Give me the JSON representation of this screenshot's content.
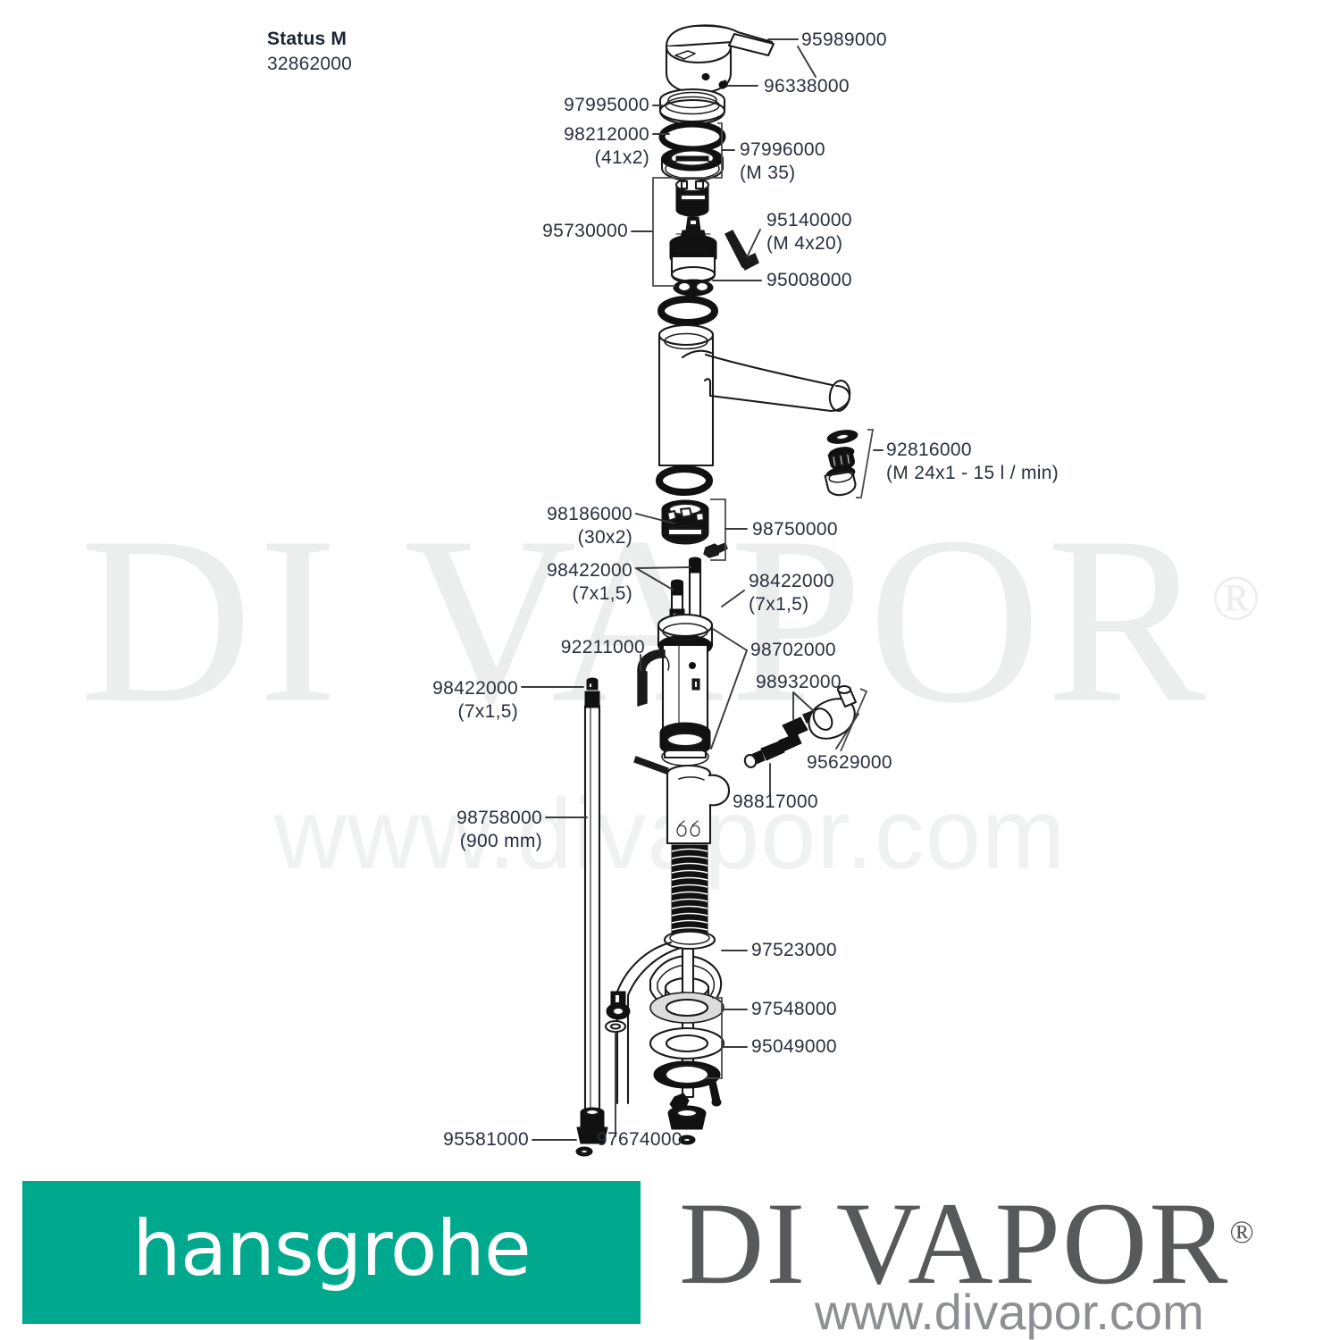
{
  "title": {
    "model": "Status M",
    "code": "32862000"
  },
  "parts": [
    {
      "id": "p-95989000",
      "number": "95989000",
      "sub": ""
    },
    {
      "id": "p-96338000",
      "number": "96338000",
      "sub": ""
    },
    {
      "id": "p-97995000",
      "number": "97995000",
      "sub": ""
    },
    {
      "id": "p-98212000",
      "number": "98212000",
      "sub": "(41x2)"
    },
    {
      "id": "p-97996000",
      "number": "97996000",
      "sub": "(M 35)"
    },
    {
      "id": "p-95730000",
      "number": "95730000",
      "sub": ""
    },
    {
      "id": "p-95140000",
      "number": "95140000",
      "sub": "(M 4x20)"
    },
    {
      "id": "p-95008000",
      "number": "95008000",
      "sub": ""
    },
    {
      "id": "p-92816000",
      "number": "92816000",
      "sub": "(M 24x1 - 15 l / min)"
    },
    {
      "id": "p-98186000",
      "number": "98186000",
      "sub": "(30x2)"
    },
    {
      "id": "p-98750000",
      "number": "98750000",
      "sub": ""
    },
    {
      "id": "p-98422000-a",
      "number": "98422000",
      "sub": "(7x1,5)"
    },
    {
      "id": "p-98422000-b",
      "number": "98422000",
      "sub": "(7x1,5)"
    },
    {
      "id": "p-92211000",
      "number": "92211000",
      "sub": ""
    },
    {
      "id": "p-98702000",
      "number": "98702000",
      "sub": ""
    },
    {
      "id": "p-98932000",
      "number": "98932000",
      "sub": ""
    },
    {
      "id": "p-98422000-c",
      "number": "98422000",
      "sub": "(7x1,5)"
    },
    {
      "id": "p-95629000",
      "number": "95629000",
      "sub": ""
    },
    {
      "id": "p-98817000",
      "number": "98817000",
      "sub": ""
    },
    {
      "id": "p-98758000",
      "number": "98758000",
      "sub": "(900 mm)"
    },
    {
      "id": "p-97523000",
      "number": "97523000",
      "sub": ""
    },
    {
      "id": "p-97548000",
      "number": "97548000",
      "sub": ""
    },
    {
      "id": "p-95049000",
      "number": "95049000",
      "sub": ""
    },
    {
      "id": "p-95581000",
      "number": "95581000",
      "sub": ""
    },
    {
      "id": "p-97674000",
      "number": "97674000",
      "sub": ""
    }
  ],
  "watermark": {
    "main": "DI VAPOR",
    "registered": "®",
    "sub": "www.divapor.com"
  },
  "footer": {
    "brand_logo_text": "hansgrohe",
    "brand_color": "#00a88d",
    "dealer_name": "DI VAPOR",
    "dealer_registered": "®",
    "dealer_url": "www.divapor.com"
  }
}
